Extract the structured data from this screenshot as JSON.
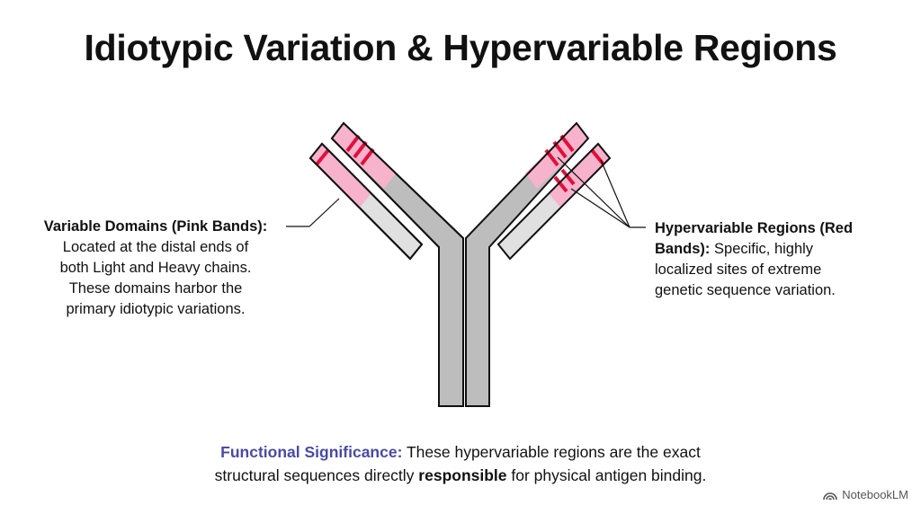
{
  "title": "Idiotypic Variation & Hypervariable Regions",
  "left_callout": {
    "heading": "Variable Domains (Pink Bands):",
    "lines": [
      "Located at the distal ends of",
      "both Light and Heavy chains.",
      "These domains harbor the",
      "primary idiotypic variations."
    ]
  },
  "right_callout": {
    "heading_part1": "Hypervariable Regions (Red",
    "heading_part2": "Bands):",
    "text_part1": " Specific, highly",
    "lines": [
      "localized sites of extreme",
      "genetic sequence variation."
    ]
  },
  "footer": {
    "lead": "Functional Significance:",
    "text1": " These hypervariable regions are the exact",
    "text2": "structural sequences directly ",
    "bold": "responsible",
    "text3": " for physical antigen binding."
  },
  "brand": {
    "name": "NotebookLM",
    "icon": "notebooklm-logo-icon"
  },
  "colors": {
    "heavy_chain": "#bdbdbd",
    "light_chain": "#e0e0e0",
    "variable_domain": "#f7b3cc",
    "hypervariable": "#e0103a",
    "outline": "#111111",
    "accent_text": "#4a4aa3"
  }
}
